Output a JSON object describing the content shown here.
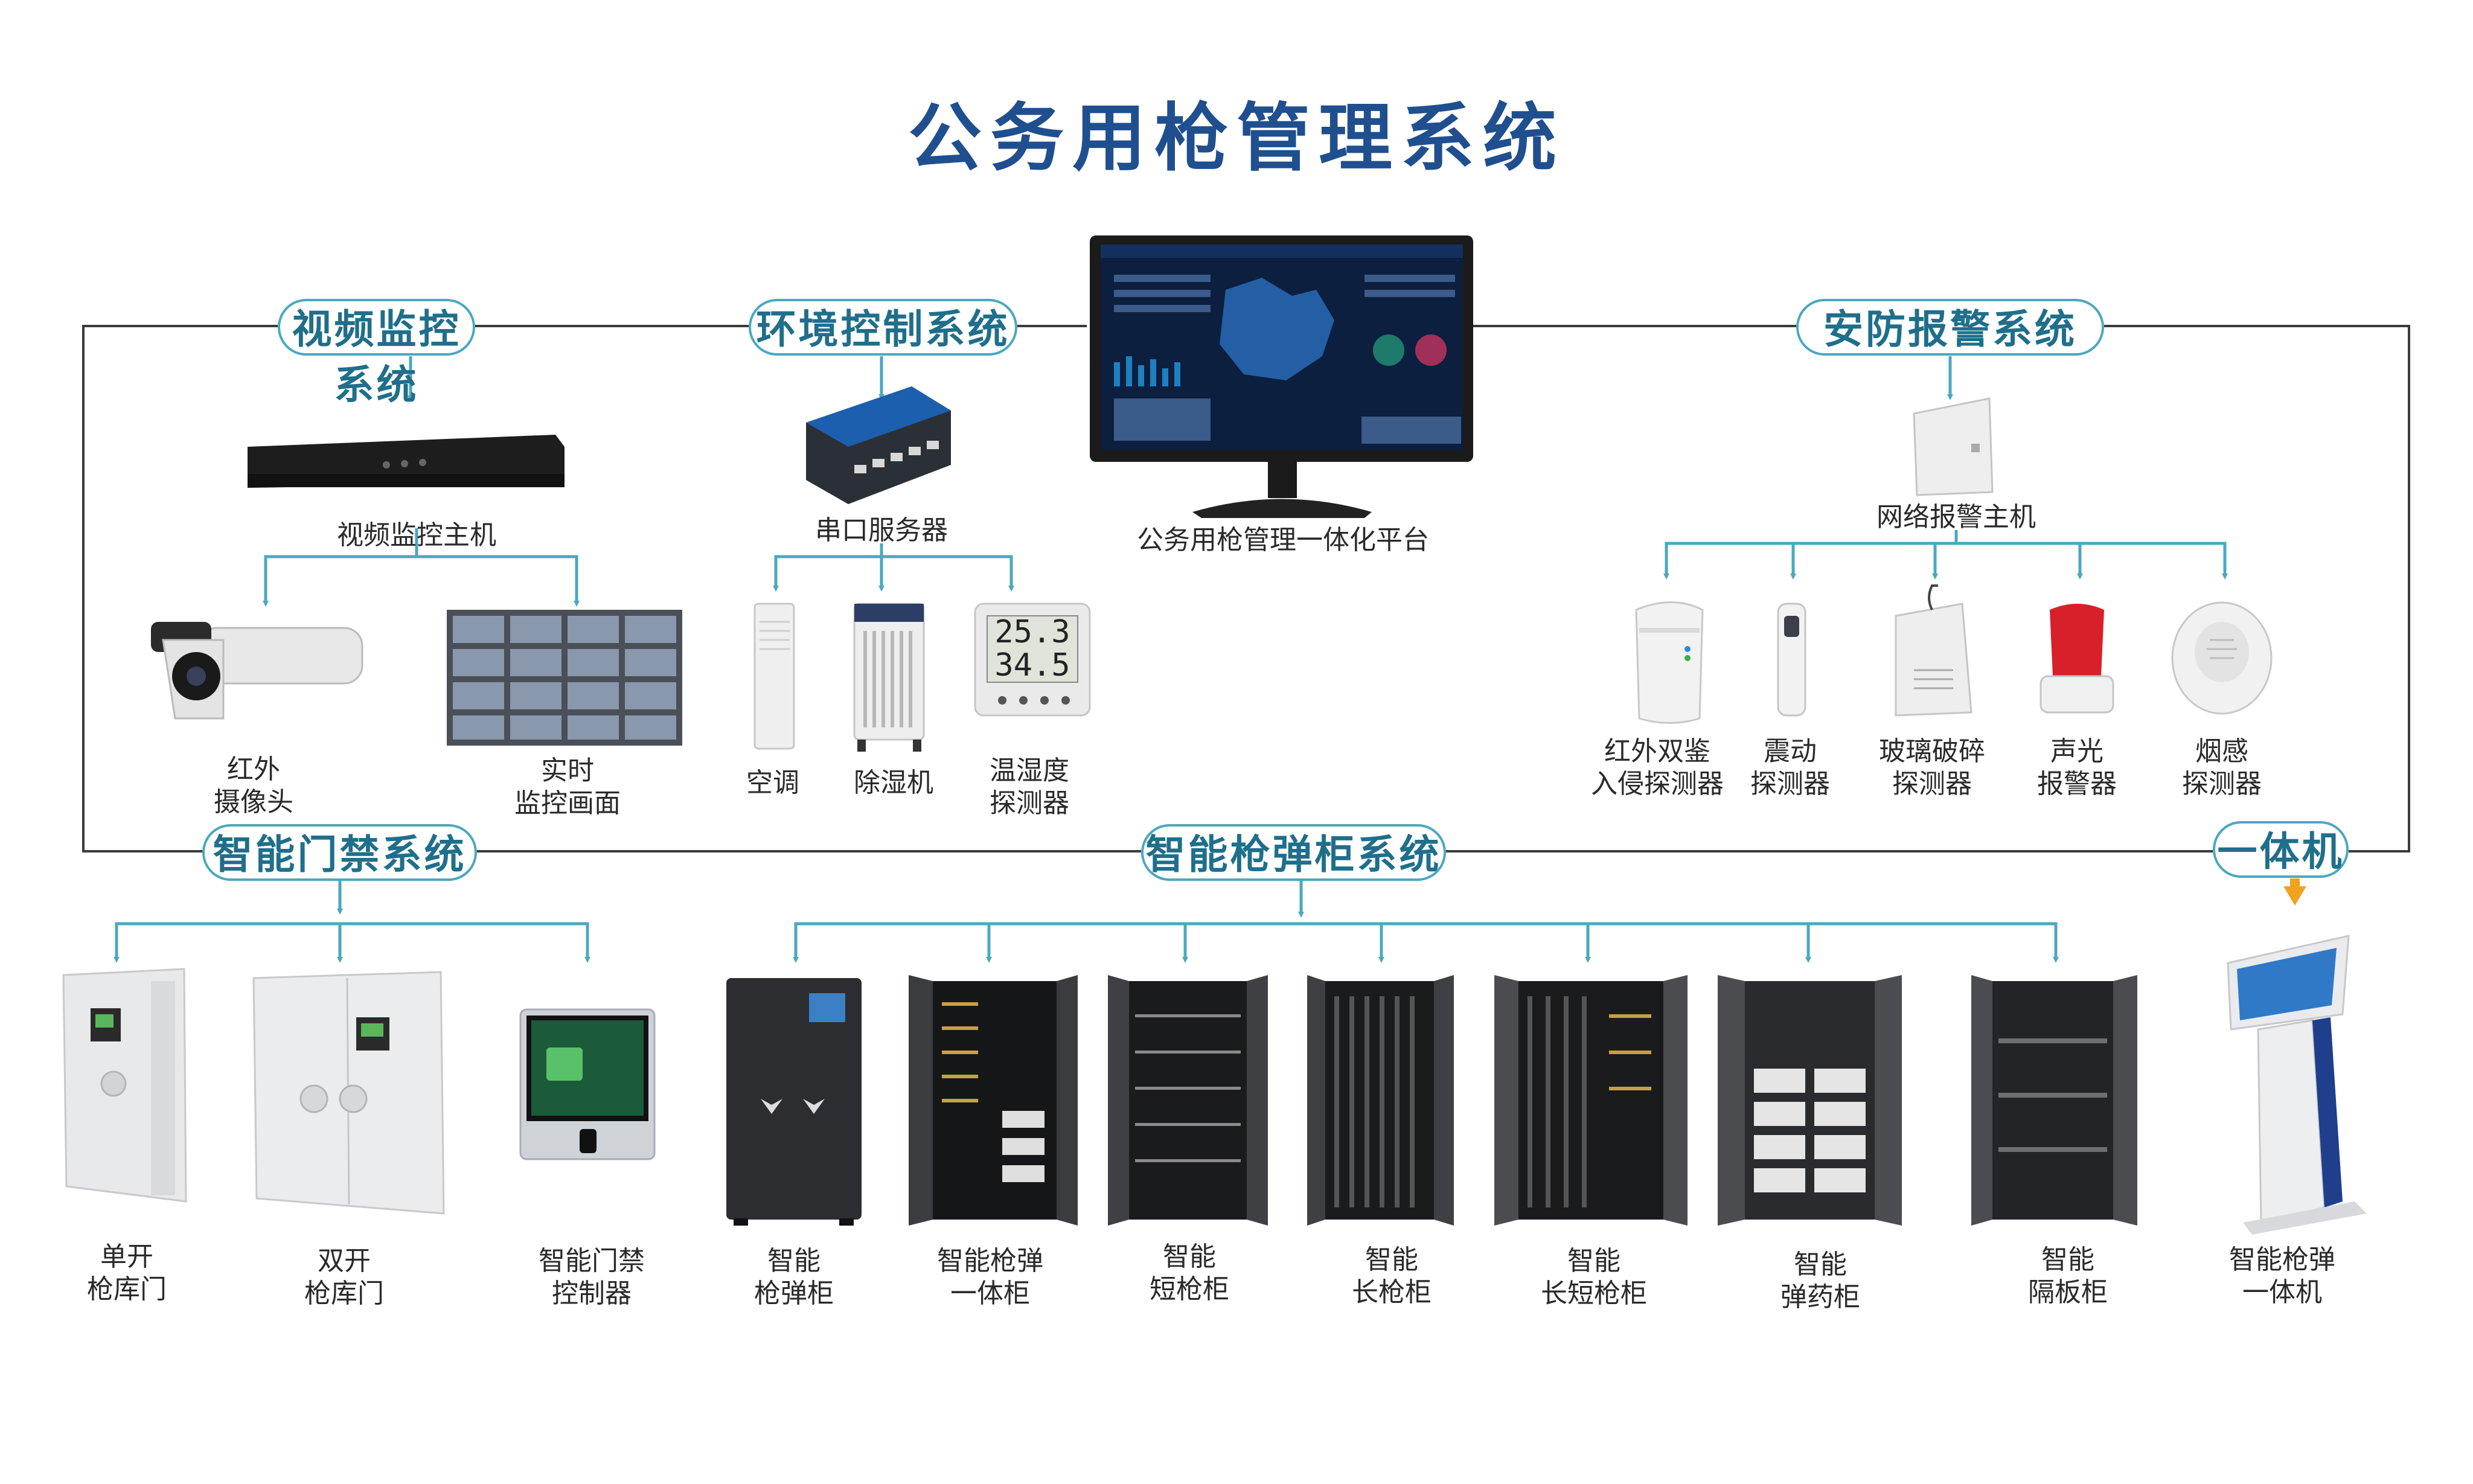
{
  "title": "公务用枪管理系统",
  "colors": {
    "title": "#1f4f8f",
    "pill_text": "#1f6f8b",
    "pill_border": "#4aa8bf",
    "arrow": "#4aa8bf",
    "line": "#3a3a3a",
    "kiosk_arrow": "#f2a21f"
  },
  "systems": {
    "video": "视频监控系统",
    "environment": "环境控制系统",
    "security": "安防报警系统",
    "access": "智能门禁系统",
    "cabinet": "智能枪弹柜系统",
    "kiosk": "一体机"
  },
  "platform": {
    "label": "公务用枪管理一体化平台"
  },
  "video": {
    "host": "视频监控主机",
    "camera": [
      "红外",
      "摄像头"
    ],
    "screen": [
      "实时",
      "监控画面"
    ]
  },
  "environment": {
    "server": "串口服务器",
    "aircon": "空调",
    "dehumidifier": "除湿机",
    "thermo": [
      "温湿度",
      "探测器"
    ],
    "thermo_display": [
      "25.3",
      "34.5"
    ]
  },
  "security": {
    "host": "网络报警主机",
    "pir": [
      "红外双鉴",
      "入侵探测器"
    ],
    "vibration": [
      "震动",
      "探测器"
    ],
    "glass": [
      "玻璃破碎",
      "探测器"
    ],
    "siren": [
      "声光",
      "报警器"
    ],
    "smoke": [
      "烟感",
      "探测器"
    ]
  },
  "access": {
    "single_door": [
      "单开",
      "枪库门"
    ],
    "double_door": [
      "双开",
      "枪库门"
    ],
    "controller": [
      "智能门禁",
      "控制器"
    ]
  },
  "cabinets": {
    "c1": [
      "智能",
      "枪弹柜"
    ],
    "c2": [
      "智能枪弹",
      "一体柜"
    ],
    "c3": [
      "智能",
      "短枪柜"
    ],
    "c4": [
      "智能",
      "长枪柜"
    ],
    "c5": [
      "智能",
      "长短枪柜"
    ],
    "c6": [
      "智能",
      "弹药柜"
    ],
    "c7": [
      "智能",
      "隔板柜"
    ]
  },
  "kiosk": {
    "label": [
      "智能枪弹",
      "一体机"
    ]
  }
}
